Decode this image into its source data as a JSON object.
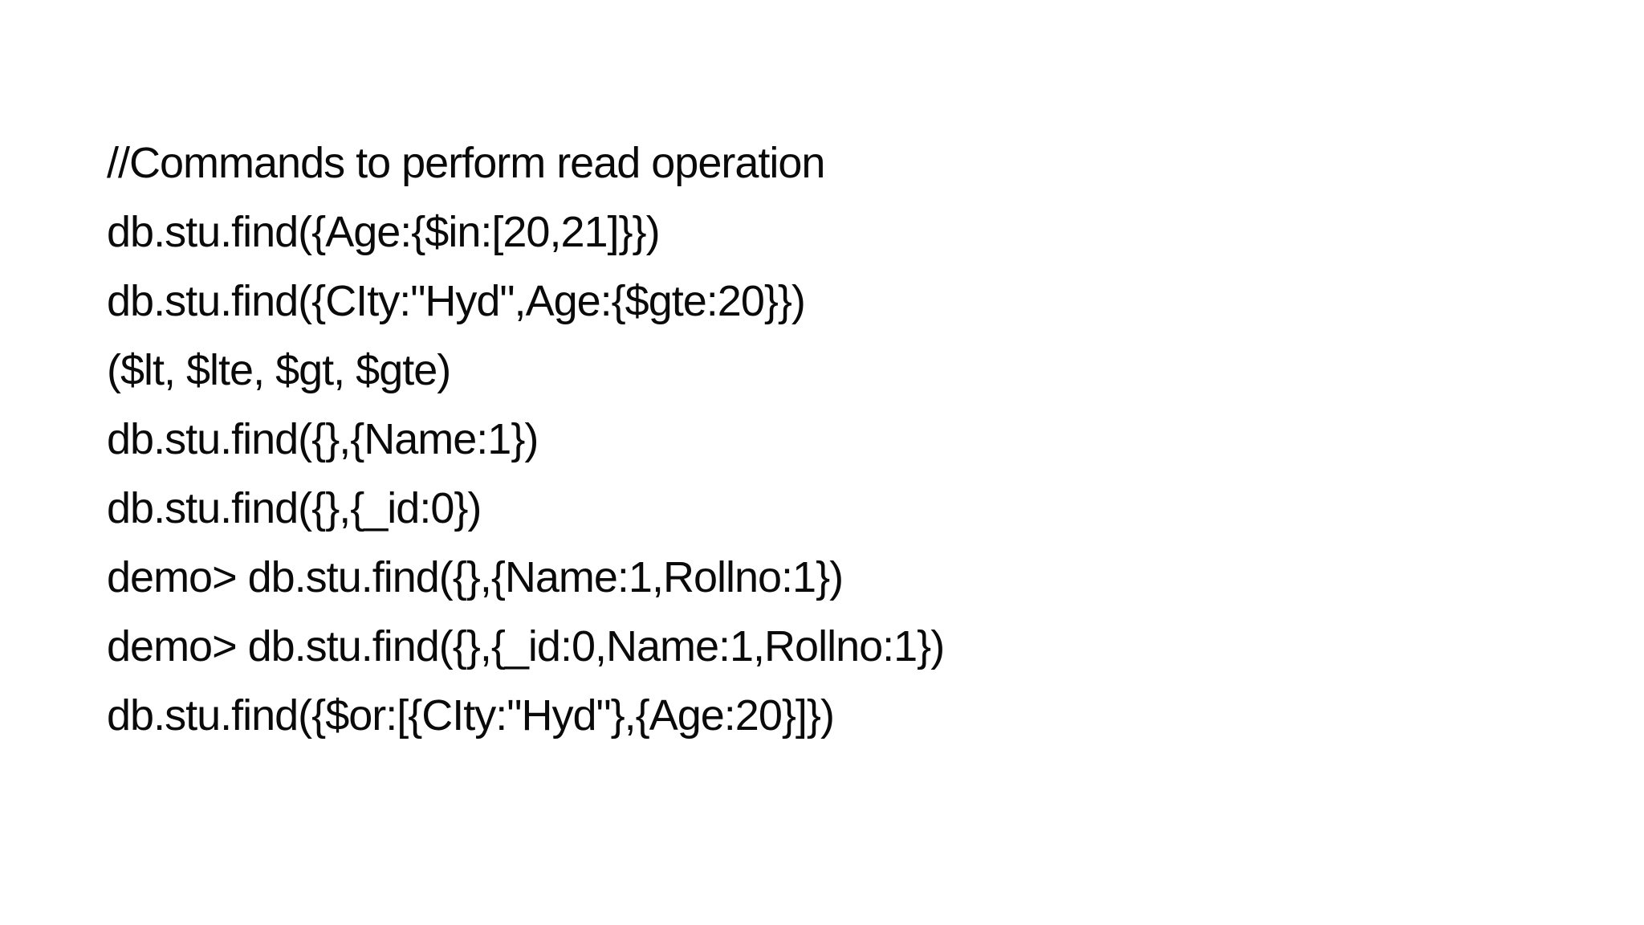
{
  "page": {
    "background_color": "#ffffff",
    "text_color": "#0a0a0a"
  },
  "code_block": {
    "comment": "//Commands to perform read operation",
    "lines": [
      "//Commands to perform read operation",
      "db.stu.find({Age:{$in:[20,21]}})",
      "db.stu.find({CIty:\"Hyd\",Age:{$gte:20}})",
      "($lt, $lte, $gt, $gte)",
      "db.stu.find({},{Name:1})",
      "db.stu.find({},{_id:0})",
      "demo> db.stu.find({},{Name:1,Rollno:1})",
      "demo> db.stu.find({},{_id:0,Name:1,Rollno:1})",
      "db.stu.find({$or:[{CIty:\"Hyd\"},{Age:20}]})"
    ]
  }
}
